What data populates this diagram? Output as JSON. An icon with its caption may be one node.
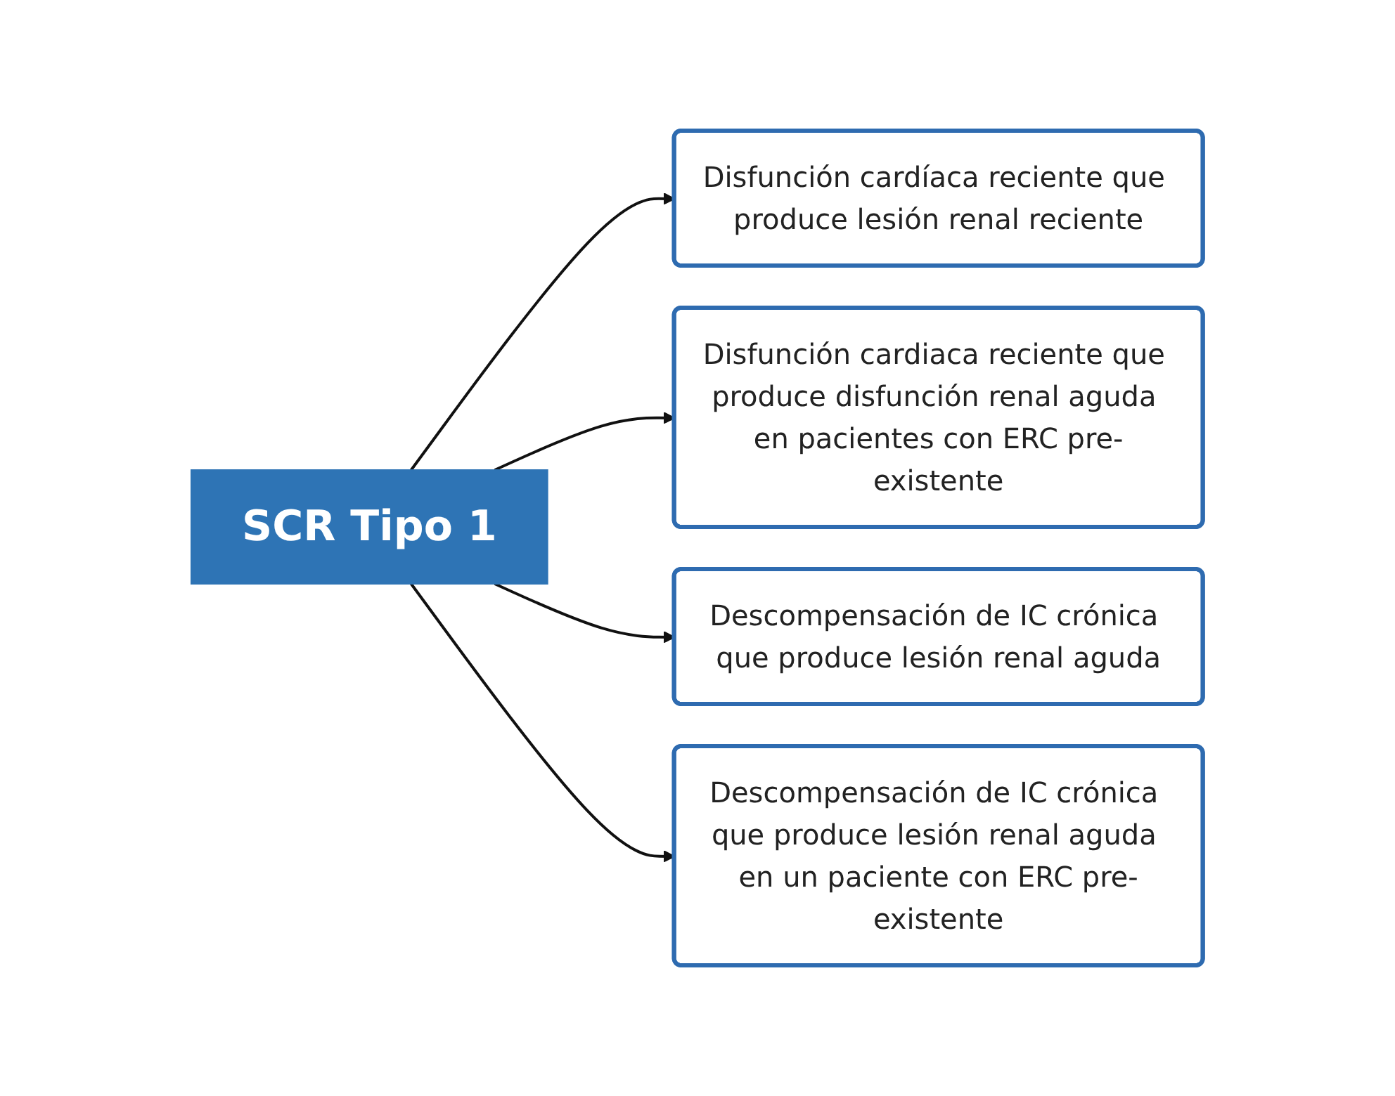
{
  "diagram": {
    "nodes": [
      {
        "text": [
          "SCR Tipo 1"
        ]
      },
      {
        "text": [
          "Disfunción cardíaca reciente que produce lesión renal reciente"
        ]
      },
      {
        "text": [
          "Disfunción cardiaca reciente que produce disfunción renal aguda en pacientes con ERC pre-existente"
        ]
      },
      {
        "text": [
          "Descompensación de IC crónica que produce lesión renal aguda"
        ]
      },
      {
        "text": [
          "Descompensación de IC crónica que produce lesión renal aguda en un paciente con ERC pre-existente"
        ]
      }
    ],
    "edges": [
      {
        "from": 0,
        "to": 1,
        "arrow": "to"
      },
      {
        "from": 0,
        "to": 2,
        "arrow": "to"
      },
      {
        "from": 0,
        "to": 3,
        "arrow": "to"
      },
      {
        "from": 0,
        "to": 4,
        "arrow": "to"
      }
    ]
  }
}
